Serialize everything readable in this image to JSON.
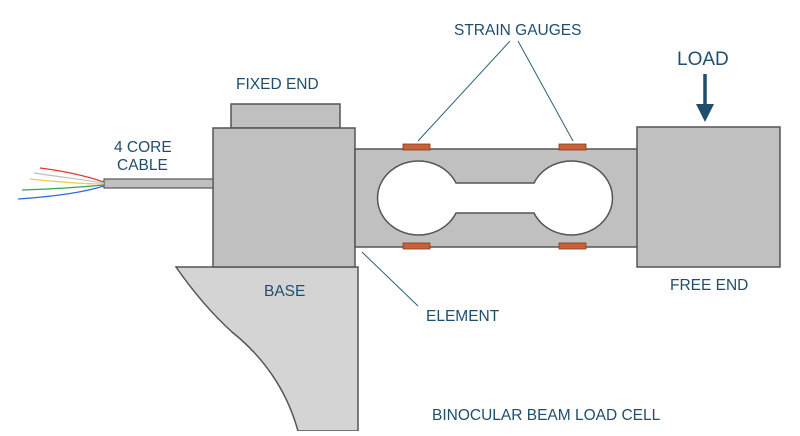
{
  "labels": {
    "strain_gauges": "STRAIN GAUGES",
    "load": "LOAD",
    "fixed_end": "FIXED END",
    "cable_line1": "4 CORE",
    "cable_line2": "CABLE",
    "base": "BASE",
    "element": "ELEMENT",
    "free_end": "FREE END",
    "caption": "BINOCULAR BEAM LOAD CELL"
  },
  "colors": {
    "body_fill": "#c0c0c0",
    "base_fill": "#d4d4d4",
    "outline": "#555555",
    "gauge": "#c8623a",
    "leader": "#2f5f7a",
    "label_text": "#1f4e6d",
    "arrow": "#1f4e6d",
    "wires": [
      "#e03a2a",
      "#f2c94c",
      "#3aa655",
      "#2d6cdf",
      "#ffffff"
    ]
  }
}
